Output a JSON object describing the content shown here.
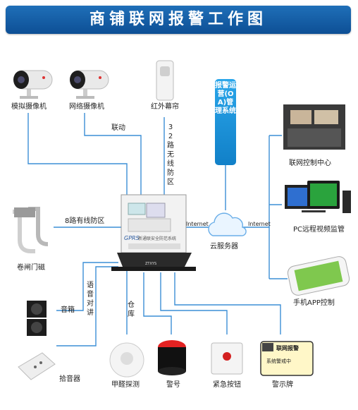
{
  "title": "商铺联网报警工作图",
  "ops_system": "报警运营(OA)管理系统",
  "devices": {
    "analog_camera": "模拟摄像机",
    "network_camera": "网络摄像机",
    "infrared_curtain": "红外幕帘",
    "shutter_magnet": "卷闸门磁",
    "speaker": "音箱",
    "microphone": "拾音器",
    "formaldehyde": "甲醛探测",
    "siren": "警号",
    "emergency_button": "紧急按钮",
    "warning_sign": "警示牌",
    "cloud_server": "云服务器",
    "network_center": "联网控制中心",
    "pc_monitor": "PC远程视频监管",
    "mobile_app": "手机APP控制"
  },
  "link_labels": {
    "linkage": "联动",
    "wireless_zones": "32路无线防区",
    "wired_zones": "8路有线防区",
    "intercom": "语音对讲",
    "warehouse": "仓库",
    "internet_left": "Internet",
    "internet_right": "Internet"
  },
  "panel": {
    "brand": "GPRS",
    "caption": "新通联安全防范系统",
    "base": "ZTXYS"
  },
  "sign": {
    "title": "联网报警",
    "subtitle": "系统警戒中"
  },
  "colors": {
    "title_bar": "#1466ad",
    "line": "#3c8fd6",
    "ops_box": "#1b8fdb"
  }
}
